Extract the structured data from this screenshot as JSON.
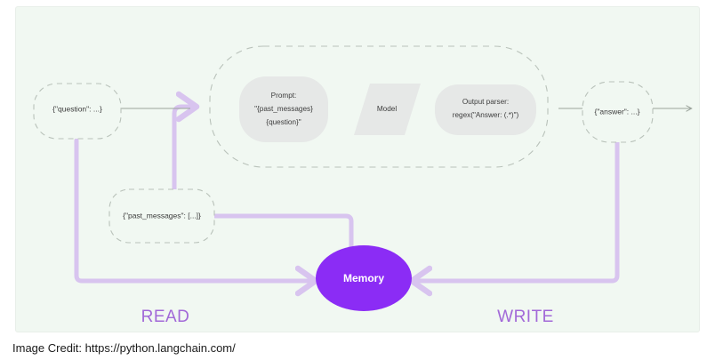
{
  "canvas": {
    "background_color": "#f1f8f2",
    "page_background": "#ffffff"
  },
  "colors": {
    "memory_fill": "#8b2cf5",
    "memory_label": "#ffffff",
    "purple_flow": "#d8c4ef",
    "read_write_label": "#a269d8",
    "grey_shape": "#e6e8e7",
    "dashed_border": "#b9c2ba",
    "grey_arrow": "#9aa39b",
    "node_text": "#3b3b3b"
  },
  "nodes": {
    "question": {
      "label": "{\"question\": ...}"
    },
    "past_messages": {
      "label": "{\"past_messages\": [...]}"
    },
    "answer": {
      "label": "{\"answer\": ...}"
    }
  },
  "chain": {
    "prompt": {
      "line1": "Prompt:",
      "line2": "\"{past_messages}",
      "line3": "{question}\""
    },
    "model": {
      "label": "Model"
    },
    "output_parser": {
      "line1": "Output parser:",
      "line2": "regex(\"Answer: (.*)\")"
    }
  },
  "memory": {
    "label": "Memory"
  },
  "flow_labels": {
    "read": "READ",
    "write": "WRITE"
  },
  "caption": {
    "text": "Image Credit: https://python.langchain.com/"
  }
}
